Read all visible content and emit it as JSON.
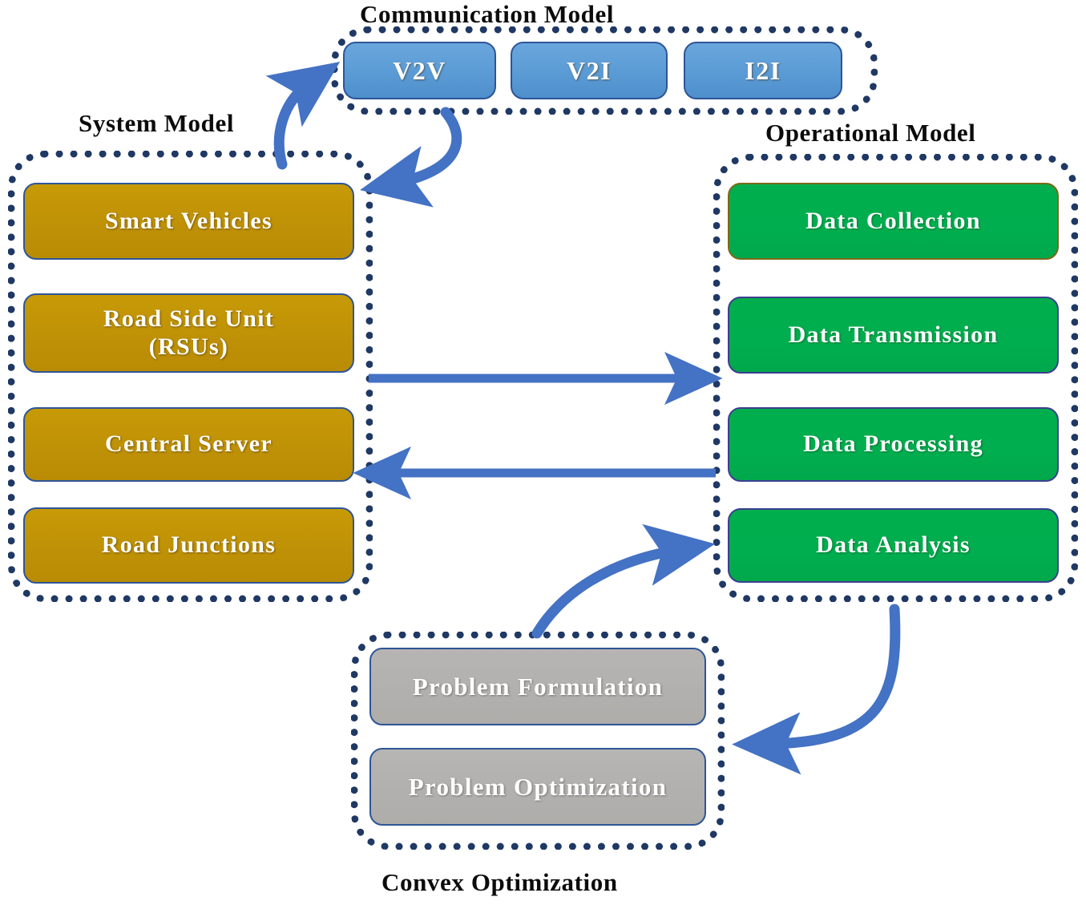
{
  "diagram": {
    "title": "System architecture block diagram",
    "colors": {
      "gold": "#BF9106",
      "green": "#00B050",
      "blue": "#5B9BD5",
      "gray": "#B2B0AE",
      "border_dotted": "#1F3864",
      "arrow": "#4472C4",
      "box_border": "#2E5597",
      "text_on_box": "#FFFFFF",
      "caption_text": "#0C0C0C"
    },
    "groups": [
      {
        "id": "communication-model",
        "caption": "Communication  Model",
        "caption_position": "top",
        "nodes": [
          {
            "label": "V2V",
            "style": "blue"
          },
          {
            "label": "V2I",
            "style": "blue"
          },
          {
            "label": "I2I",
            "style": "blue"
          }
        ]
      },
      {
        "id": "system-model",
        "caption": "System Model",
        "caption_position": "top",
        "nodes": [
          {
            "label": "Smart  Vehicles",
            "style": "gold"
          },
          {
            "label": "Road Side Unit\n(RSUs)",
            "style": "gold"
          },
          {
            "label": "Central  Server",
            "style": "gold"
          },
          {
            "label": "Road Junctions",
            "style": "gold"
          }
        ]
      },
      {
        "id": "operational-model",
        "caption": "Operational Model",
        "caption_position": "top",
        "nodes": [
          {
            "label": "Data Collection",
            "style": "green"
          },
          {
            "label": "Data Transmission",
            "style": "green"
          },
          {
            "label": "Data Processing",
            "style": "green"
          },
          {
            "label": "Data Analysis",
            "style": "green"
          }
        ]
      },
      {
        "id": "convex-optimization",
        "caption": "Convex Optimization",
        "caption_position": "bottom",
        "nodes": [
          {
            "label": "Problem Formulation",
            "style": "gray"
          },
          {
            "label": "Problem Optimization",
            "style": "gray"
          }
        ]
      }
    ],
    "connections": [
      {
        "id": "system-to-communication",
        "from": "system-model",
        "to": "communication-model",
        "shape": "curved-up",
        "direction": "one-way"
      },
      {
        "id": "communication-to-system",
        "from": "communication-model",
        "to": "system-model",
        "shape": "curved-down",
        "direction": "one-way"
      },
      {
        "id": "system-to-operational",
        "from": "system-model",
        "to": "operational-model",
        "shape": "straight-horizontal",
        "direction": "right"
      },
      {
        "id": "operational-to-system",
        "from": "operational-model",
        "to": "system-model",
        "shape": "straight-horizontal",
        "direction": "left"
      },
      {
        "id": "convex-to-operational",
        "from": "convex-optimization",
        "to": "operational-model",
        "shape": "curved-up-right",
        "direction": "one-way"
      },
      {
        "id": "operational-to-convex",
        "from": "operational-model",
        "to": "convex-optimization",
        "shape": "curved-down-left",
        "direction": "one-way"
      }
    ]
  }
}
